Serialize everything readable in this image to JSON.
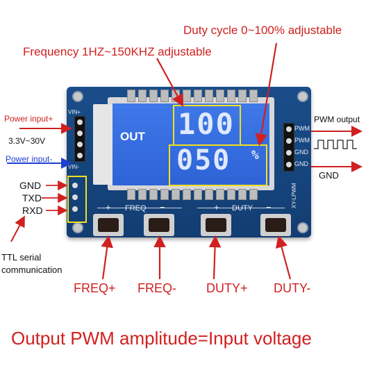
{
  "labels": {
    "duty_cycle": "Duty cycle 0~100% adjustable",
    "frequency": "Frequency 1HZ~150KHZ adjustable",
    "power_input_pos": "Power input+",
    "voltage_range": "3.3V~30V",
    "power_input_neg": "Power input-",
    "gnd": "GND",
    "txd": "TXD",
    "rxd": "RXD",
    "ttl_serial": "TTL serial",
    "communication": "communication",
    "pwm_output": "PWM output",
    "gnd_right": "GND",
    "freq_plus": "FREQ+",
    "freq_minus": "FREQ-",
    "duty_plus": "DUTY+",
    "duty_minus": "DUTY-",
    "footer": "Output PWM amplitude=Input voltage"
  },
  "board": {
    "display_mode": "OUT",
    "frequency_value": "100",
    "duty_value": "050",
    "duty_unit": "%",
    "silk_freq": "FREQ",
    "silk_duty": "DUTY",
    "silk_plus": "+",
    "silk_minus": "−",
    "vin_pos": "VIN+",
    "vin_neg": "VIN-",
    "pwm1": "PWM",
    "pwm2": "PWM",
    "gnd1": "GND",
    "gnd2": "GND",
    "model": "XY-LPWM"
  },
  "colors": {
    "annotation_red": "#d02020",
    "annotation_blue": "#1f3fd0",
    "highlight_yellow": "#f4e11b",
    "board_blue": "#163f78",
    "lcd_blue": "#3a70e3"
  }
}
